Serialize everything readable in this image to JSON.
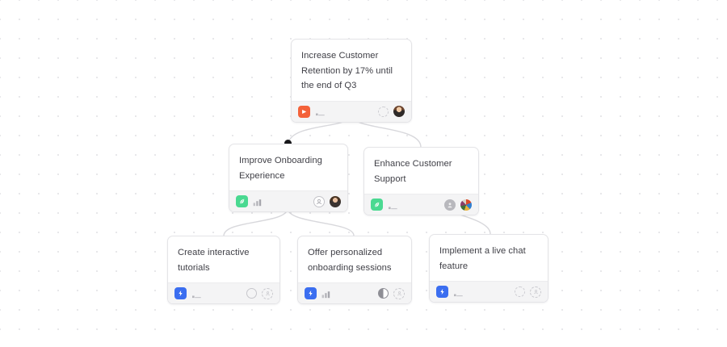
{
  "canvas": {
    "background_color": "#ffffff",
    "grid_dot_color": "#e3e3e6",
    "connector_color": "#d8d8dc",
    "anchor_color": "#18181b"
  },
  "palette": {
    "orange": "#f4623a",
    "green": "#4ad991",
    "blue": "#3b6ef0",
    "footer_bg": "#f4f4f5",
    "card_border": "#e4e4e7",
    "text": "#3f3f46"
  },
  "cards": [
    {
      "id": "increase-customer-retention",
      "title": "Increase Customer Retention by 17% until the end of Q3",
      "badge": {
        "name": "flag-play-icon",
        "color": "#f4623a"
      },
      "metric": {
        "name": "step-line-icon"
      },
      "assignees": [
        {
          "name": "avatar-placeholder-dotted"
        },
        {
          "name": "avatar-photo"
        }
      ]
    },
    {
      "id": "improve-onboarding-experience",
      "title": "Improve Onboarding Experience",
      "badge": {
        "name": "leaf-icon",
        "color": "#4ad991"
      },
      "metric": {
        "name": "bar-chart-icon"
      },
      "assignees": [
        {
          "name": "avatar-outline"
        },
        {
          "name": "avatar-photo"
        }
      ]
    },
    {
      "id": "enhance-customer-support",
      "title": "Enhance Customer Support",
      "badge": {
        "name": "leaf-icon",
        "color": "#4ad991"
      },
      "metric": {
        "name": "step-line-icon"
      },
      "assignees": [
        {
          "name": "avatar-gray"
        },
        {
          "name": "avatar-photo"
        }
      ]
    },
    {
      "id": "create-interactive-tutorials",
      "title": "Create interactive tutorials",
      "badge": {
        "name": "lightning-bolt-icon",
        "color": "#3b6ef0"
      },
      "metric": {
        "name": "step-line-icon"
      },
      "assignees": [
        {
          "name": "circle-empty"
        },
        {
          "name": "avatar-placeholder-dashed"
        }
      ]
    },
    {
      "id": "offer-personalized-onboarding-sessions",
      "title": "Offer personalized onboarding sessions",
      "badge": {
        "name": "lightning-bolt-icon",
        "color": "#3b6ef0"
      },
      "metric": {
        "name": "bar-chart-icon"
      },
      "assignees": [
        {
          "name": "circle-half-filled"
        },
        {
          "name": "avatar-placeholder-dashed"
        }
      ]
    },
    {
      "id": "implement-live-chat-feature",
      "title": "Implement a live chat feature",
      "badge": {
        "name": "lightning-bolt-icon",
        "color": "#3b6ef0"
      },
      "metric": {
        "name": "step-line-icon"
      },
      "assignees": [
        {
          "name": "circle-dotted"
        },
        {
          "name": "avatar-placeholder-dashed"
        }
      ]
    }
  ]
}
